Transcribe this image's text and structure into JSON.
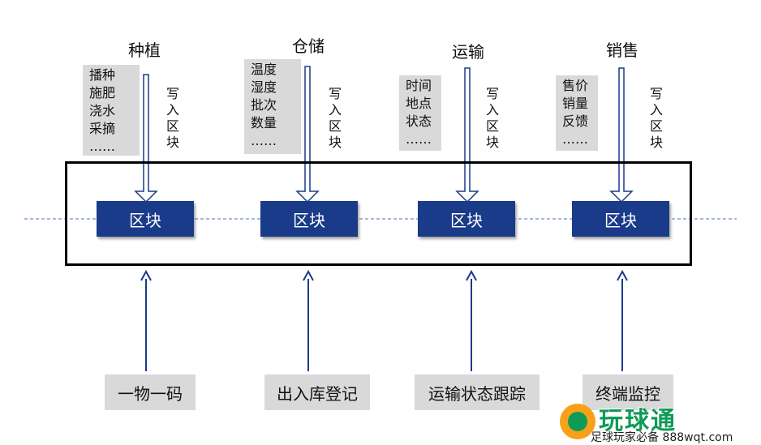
{
  "stages": [
    {
      "title": "种植",
      "info": [
        "播种",
        "施肥",
        "浇水",
        "采摘",
        "……"
      ],
      "write": [
        "写",
        "入",
        "区",
        "块"
      ],
      "block": "区块",
      "bottom": "一物一码"
    },
    {
      "title": "仓储",
      "info": [
        "温度",
        "湿度",
        "批次",
        "数量",
        "……"
      ],
      "write": [
        "写",
        "入",
        "区",
        "块"
      ],
      "block": "区块",
      "bottom": "出入库登记"
    },
    {
      "title": "运输",
      "info": [
        "时间",
        "地点",
        "状态",
        "……"
      ],
      "write": [
        "写",
        "入",
        "区",
        "块"
      ],
      "block": "区块",
      "bottom": "运输状态跟踪"
    },
    {
      "title": "销售",
      "info": [
        "售价",
        "销量",
        "反馈",
        "……"
      ],
      "write": [
        "写",
        "入",
        "区",
        "块"
      ],
      "block": "区块",
      "bottom": "终端监控"
    }
  ],
  "watermark": {
    "title": "玩球通",
    "subtitle": "足球玩家必备 888wqt.com"
  },
  "colors": {
    "block_fill": "#1a3a8a",
    "arrow_stroke": "#1a3a8a",
    "label_fill": "#d9d9d9",
    "frame_stroke": "#000000",
    "dashed_line": "#4a6fc4"
  }
}
